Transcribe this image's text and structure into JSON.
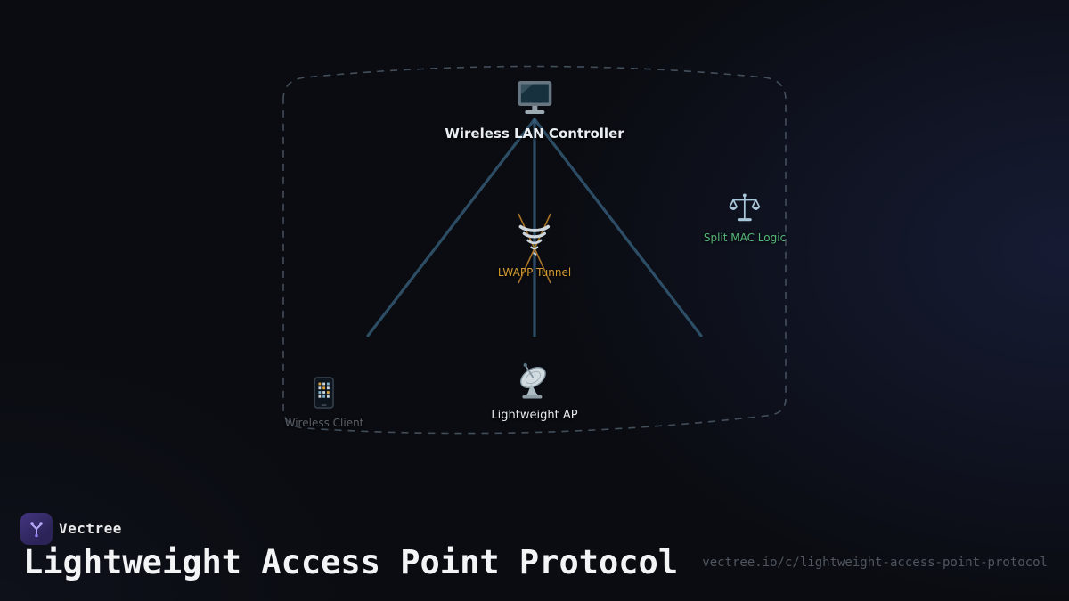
{
  "diagram": {
    "nodes": {
      "controller": {
        "label": "Wireless LAN Controller",
        "icon": "desktop-computer-icon",
        "label_color": "#e9eef3"
      },
      "tunnel": {
        "label": "LWAPP Tunnel",
        "icon": "tornado-icon",
        "label_color": "#d39a33"
      },
      "split_mac": {
        "label": "Split MAC Logic",
        "icon": "balance-scale-icon",
        "label_color": "#57b979"
      },
      "client": {
        "label": "Wireless Client",
        "icon": "mobile-phone-icon",
        "label_color": "#5a6068"
      },
      "ap": {
        "label": "Lightweight AP",
        "icon": "satellite-dish-icon",
        "label_color": "#e2e8ed"
      }
    },
    "edges": [
      {
        "from": "controller",
        "to": "client"
      },
      {
        "from": "controller",
        "to": "ap",
        "via": "tunnel"
      },
      {
        "from": "controller",
        "to": "split_mac"
      }
    ],
    "colors": {
      "link": "#37607d",
      "boundary_dash": "#4e5b68",
      "tunnel_cross": "#b97f2a"
    }
  },
  "footer": {
    "brand": "Vectree",
    "title": "Lightweight Access Point Protocol",
    "url": "vectree.io/c/lightweight-access-point-protocol",
    "logo_color": "#43357f"
  }
}
